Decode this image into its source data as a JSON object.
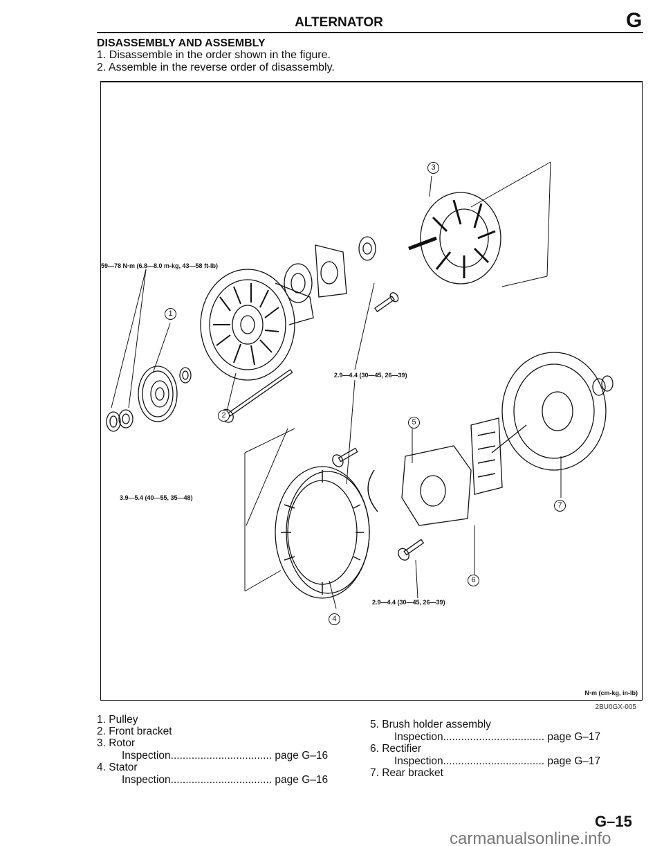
{
  "header": {
    "title": "ALTERNATOR",
    "section": "G"
  },
  "heading": "DISASSEMBLY AND ASSEMBLY",
  "steps": [
    "1. Disassemble in the order shown in the figure.",
    "2. Assemble in the reverse order of disassembly."
  ],
  "figure": {
    "torques": [
      "59—78 N·m (6.8—8.0 m-kg, 43—58 ft-lb)",
      "2.9—4.4 (30—45, 26—39)",
      "3.9—5.4 (40—55, 35—48)",
      "2.9—4.4 (30—45, 26—39)"
    ],
    "callouts": [
      "1",
      "2",
      "3",
      "4",
      "5",
      "6",
      "7"
    ],
    "units": "N·m (cm-kg, in-lb)",
    "figure_id": "2BU0GX-005"
  },
  "parts_left": [
    {
      "label": "1. Pulley"
    },
    {
      "label": "2. Front bracket"
    },
    {
      "label": "3. Rotor",
      "sub": "Inspection",
      "dots": "..................................",
      "ref": "page G–16"
    },
    {
      "label": "4. Stator",
      "sub": "Inspection",
      "dots": "..................................",
      "ref": "page G–16"
    }
  ],
  "parts_right": [
    {
      "label": "5. Brush holder assembly",
      "sub": "Inspection",
      "dots": "..................................",
      "ref": "page G–17"
    },
    {
      "label": "6. Rectifier",
      "sub": "Inspection",
      "dots": "..................................",
      "ref": "page G–17"
    },
    {
      "label": "7. Rear bracket"
    }
  ],
  "page_number": "G–15",
  "watermark": "carmanualsonline.info"
}
